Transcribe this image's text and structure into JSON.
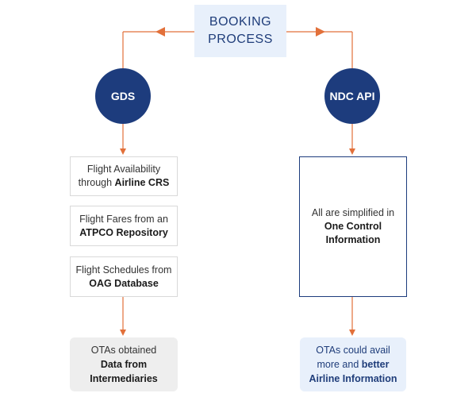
{
  "root": {
    "line1": "BOOKING",
    "line2": "PROCESS"
  },
  "left": {
    "node": "GDS",
    "steps": [
      {
        "text": "Flight Availability through ",
        "bold": "Airline CRS"
      },
      {
        "text": "Flight Fares from an ",
        "bold": "ATPCO Repository"
      },
      {
        "text": "Flight Schedules from ",
        "bold": "OAG Database"
      }
    ],
    "result": {
      "text": "OTAs obtained",
      "bold": "Data from Intermediaries"
    }
  },
  "right": {
    "node": "NDC API",
    "summary": {
      "text": "All are simplified in ",
      "bold": "One Control Information"
    },
    "result": {
      "text": "OTAs could avail more and ",
      "bold": "better Airline Information"
    }
  },
  "colors": {
    "connector": "#e2703a",
    "node": "#1d3c7d",
    "root_bg": "#e8f0fb",
    "result_left_bg": "#eeeeee"
  }
}
